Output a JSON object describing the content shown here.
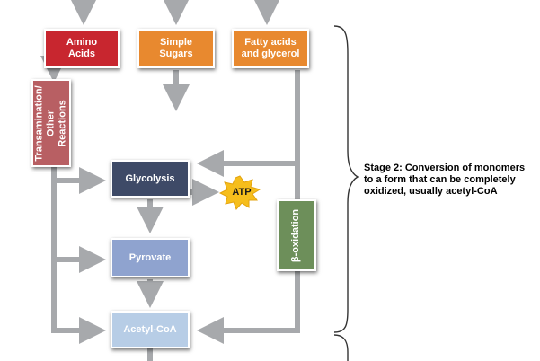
{
  "diagram": {
    "boxes": {
      "amino_acids": {
        "label": "Amino\nAcids",
        "color": "#c8262f"
      },
      "simple_sugars": {
        "label": "Simple\nSugars",
        "color": "#e8892f"
      },
      "fatty_acids": {
        "label": "Fatty acids\nand glycerol",
        "color": "#e8892f"
      },
      "transamination": {
        "label": "Transamination/\nOther Reactions",
        "color": "#b85f63"
      },
      "glycolysis": {
        "label": "Glycolysis",
        "color": "#3e4a67"
      },
      "pyruvate": {
        "label": "Pyrovate",
        "color": "#8fa3cf"
      },
      "acetyl_coa": {
        "label": "Acetyl-CoA",
        "color": "#b7cde6"
      },
      "beta_oxidation": {
        "label": "β-oxidation",
        "color": "#6d8f5a"
      }
    },
    "atp": {
      "label": "ATP",
      "color": "#f6be1c"
    },
    "stage2_label": "Stage 2: Conversion of monomers\nto a form that can be completely\noxidized, usually acetyl-CoA",
    "arrow_color": "#a7a9ac"
  }
}
